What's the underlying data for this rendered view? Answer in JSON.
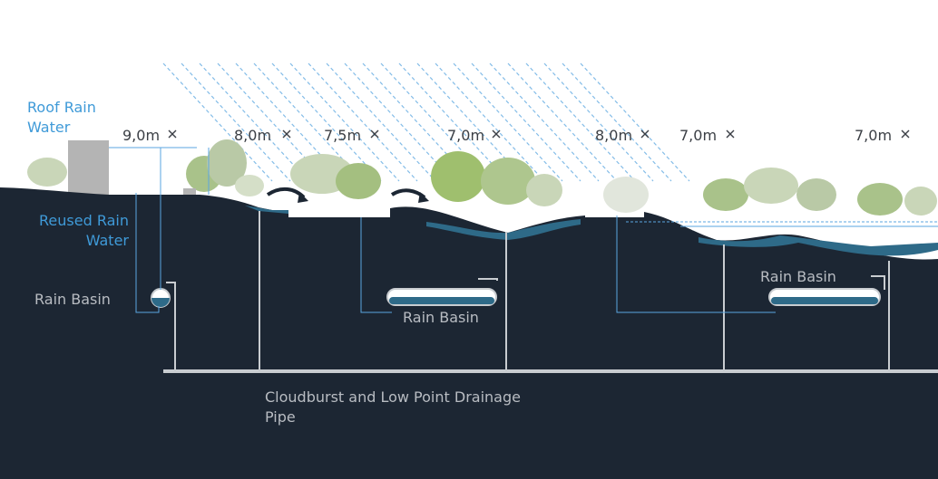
{
  "labels": {
    "roof_rain_water_1": "Roof Rain",
    "roof_rain_water_2": "Water",
    "reused_rain_water_1": "Reused Rain",
    "reused_rain_water_2": "Water",
    "rain_basin_left": "Rain Basin",
    "rain_basin_mid": "Rain Basin",
    "rain_basin_right": "Rain Basin",
    "drainage_pipe_1": "Cloudburst and Low Point Drainage",
    "drainage_pipe_2": "Pipe"
  },
  "elevations": [
    "9,0m",
    "8,0m",
    "7,5m",
    "7,0m",
    "8,0m",
    "7,0m",
    "7,0m"
  ],
  "colors": {
    "ground": "#1c2633",
    "water": "#2e6a88",
    "rain": "#5aa6e0",
    "pipe": "#c8ccd0",
    "label_blue": "#3f9ad8",
    "label_grey": "#b8bcc2",
    "building": "#b4b4b4",
    "trees": "#8cab6a"
  }
}
